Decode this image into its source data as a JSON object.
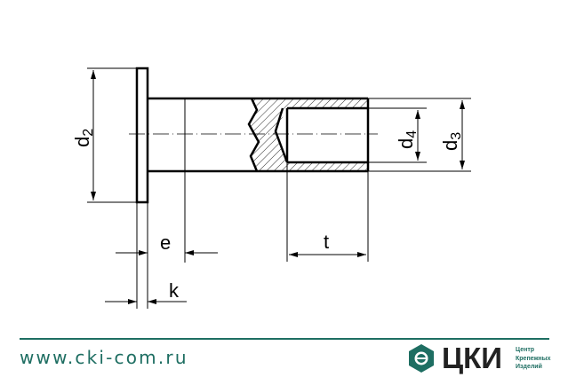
{
  "drawing": {
    "labels": {
      "d2": "d",
      "d2_sub": "2",
      "d3": "d",
      "d3_sub": "3",
      "d4": "d",
      "d4_sub": "4",
      "e": "e",
      "k": "k",
      "t": "t"
    }
  },
  "footer": {
    "url": "www.cki-com.ru",
    "brand": "ЦКИ",
    "brand_sub": [
      "Центр",
      "Крепежных",
      "Изделий"
    ],
    "accent_color": "#1e6e62"
  }
}
